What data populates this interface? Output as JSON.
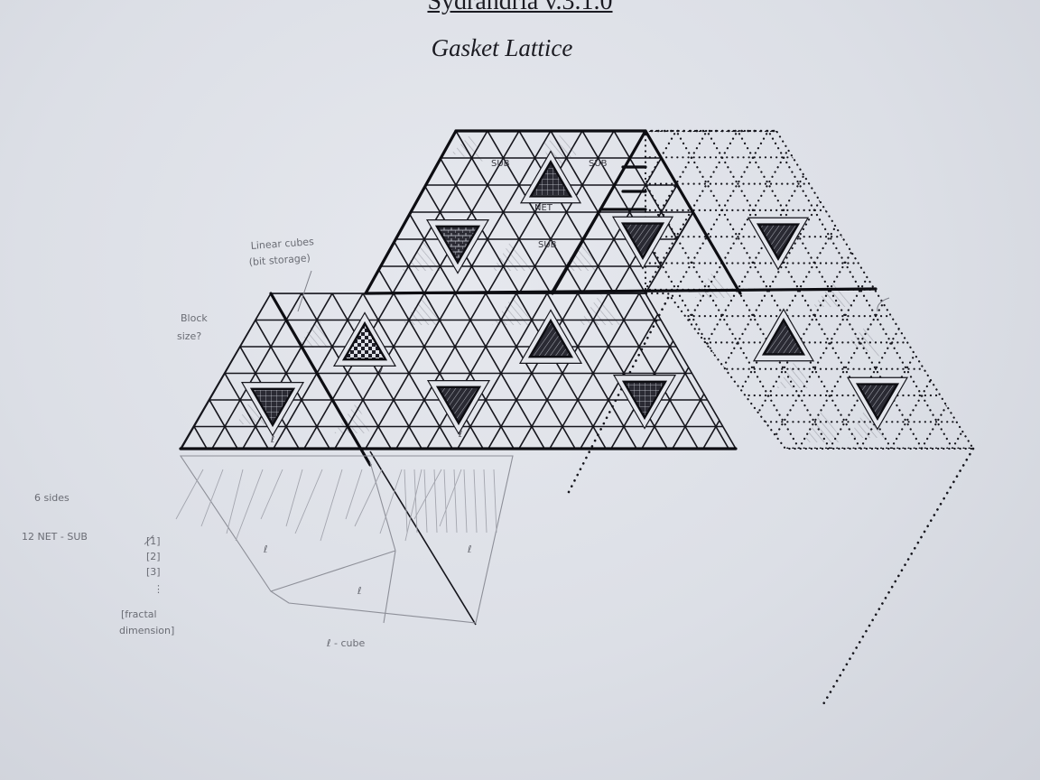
{
  "header": {
    "title": "Sydrandria v.3.1.0",
    "subtitle": "Gasket Lattice"
  },
  "annotations": {
    "linear_cubes_line1": "Linear cubes",
    "linear_cubes_line2": "(bit storage)",
    "block_size_line1": "Block",
    "block_size_line2": "size?",
    "sides": "6  sides",
    "net_sub": "12   NET - SUB",
    "level1": "[1]",
    "level2": "[2]",
    "level3": "[3]",
    "ellipsis": "⋮",
    "fractal_line1": "[fractal",
    "fractal_line2": "dimension]",
    "cube_caption": "ℓ - cube",
    "sub1": "SUB",
    "sub2": "SUB",
    "sub3": "SUB",
    "net": "NET",
    "ell": "ℓ"
  }
}
